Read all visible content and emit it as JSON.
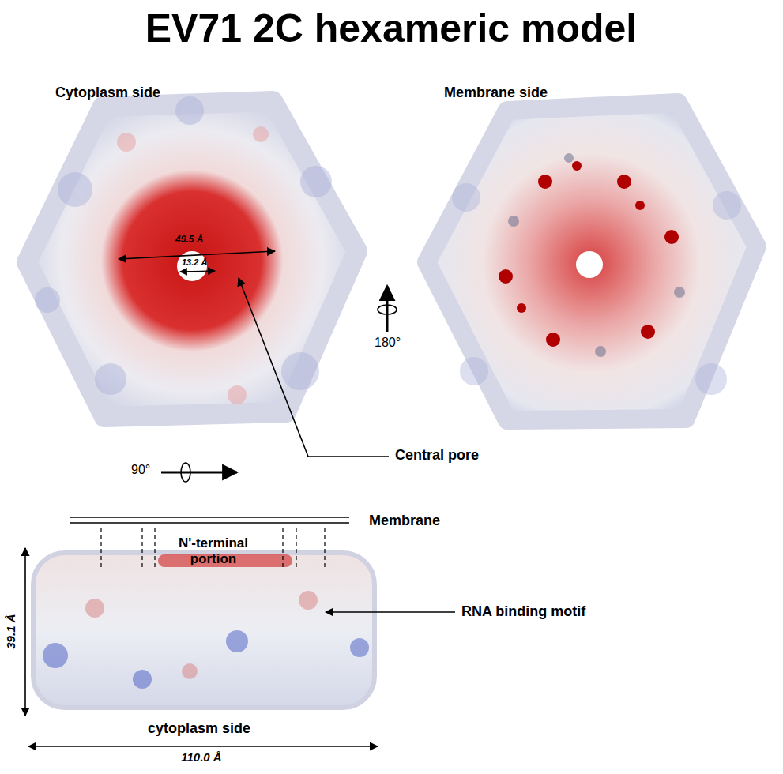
{
  "diagram": {
    "title": "EV71 2C hexameric model",
    "labels": [
      "Cytoplasm side",
      "Membrane side",
      "49.5 Å",
      "13.2 Å",
      "Central pore",
      "180°",
      "90°",
      "Membrane",
      "N'-terminal portion",
      "RNA binding motif",
      "39.1 Å",
      "cytoplasm side",
      "110.0 Å"
    ]
  }
}
